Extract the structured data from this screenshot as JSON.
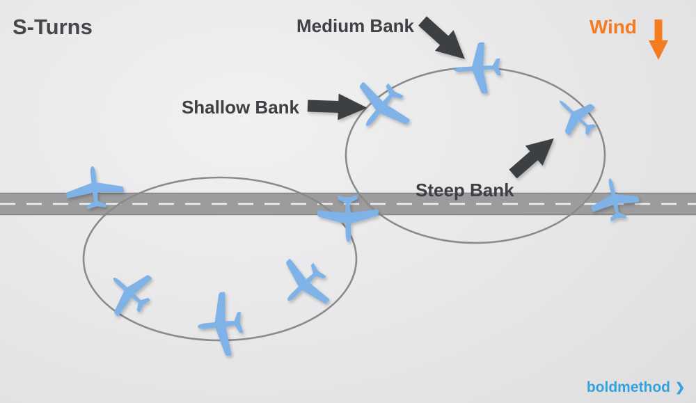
{
  "title": "S-Turns",
  "wind": {
    "label": "Wind"
  },
  "annotations": {
    "medium_bank": "Medium Bank",
    "shallow_bank": "Shallow Bank",
    "steep_bank": "Steep Bank"
  },
  "brand": {
    "name": "boldmethod",
    "chevron": "❯"
  },
  "colors": {
    "background_light": "#F1F1F2",
    "background_dark": "#D6D6D8",
    "plane": "#7FB3E8",
    "arrow": "#3E4043",
    "road": "#9C9C9E",
    "road_line": "#FFFFFF",
    "circle": "#8A8A8C",
    "title": "#46474B",
    "wind": "#F47B20",
    "brand": "#33A3DC"
  }
}
